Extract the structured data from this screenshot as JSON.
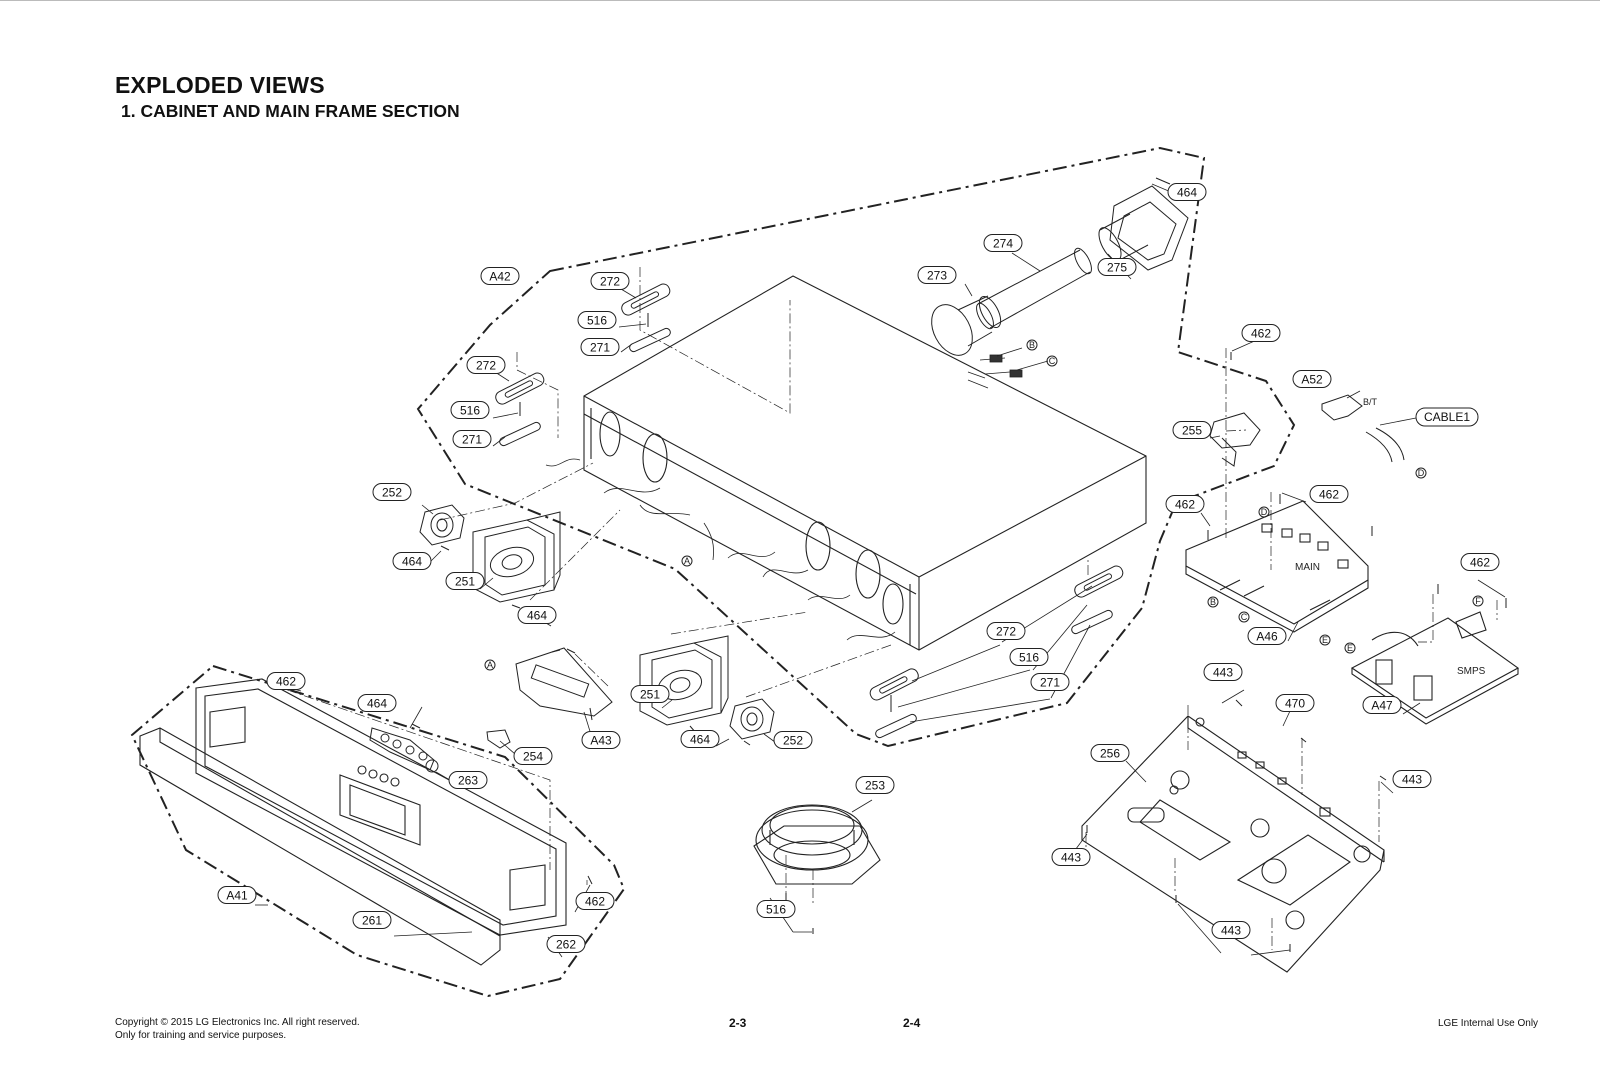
{
  "header": {
    "title": "EXPLODED VIEWS",
    "subtitle": "1. CABINET AND MAIN FRAME SECTION"
  },
  "footer": {
    "copyright_line1": "Copyright © 2015 LG Electronics Inc. All right reserved.",
    "copyright_line2": "Only for training and service purposes.",
    "page_left": "2-3",
    "page_right": "2-4",
    "internal": "LGE Internal Use Only"
  },
  "callouts": [
    "464",
    "274",
    "275",
    "273",
    "A42",
    "272",
    "516",
    "271",
    "272",
    "516",
    "271",
    "252",
    "464",
    "251",
    "464",
    "462",
    "A52",
    "255",
    "462",
    "462",
    "A46",
    "462",
    "A47",
    "272",
    "516",
    "271",
    "462",
    "464",
    "263",
    "A43",
    "254",
    "251",
    "464",
    "252",
    "443",
    "470",
    "256",
    "443",
    "443",
    "253",
    "A41",
    "462",
    "261",
    "262",
    "516",
    "443"
  ],
  "board_labels": {
    "main": "MAIN",
    "smps": "SMPS",
    "bt": "B/T",
    "cable": "CABLE1"
  },
  "connector_letters": [
    "A",
    "B",
    "C",
    "D",
    "E",
    "F"
  ]
}
